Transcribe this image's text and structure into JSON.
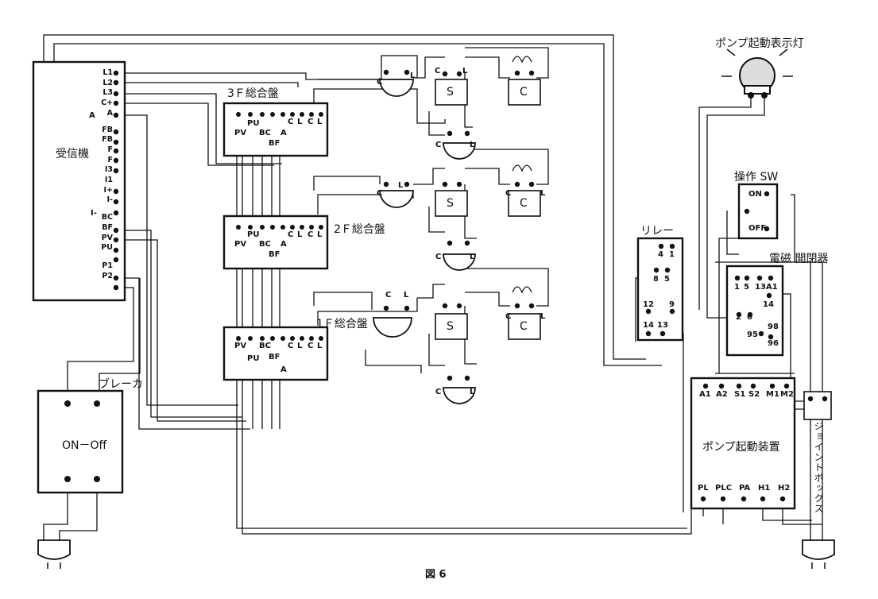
{
  "receiver": {
    "title": "受信機",
    "terminals": [
      "L1",
      "L2",
      "L3",
      "C+",
      "A",
      "FB",
      "FB",
      "F",
      "F",
      "I3",
      "I1",
      "I+",
      "I-",
      "BC",
      "BF",
      "PV",
      "PU",
      "P1",
      "P2"
    ],
    "side_labels": [
      "A",
      "I-"
    ]
  },
  "panels": [
    {
      "title": "3Ｆ総合盤",
      "terminals": [
        "PV",
        "PU",
        "BC",
        "BF",
        "A",
        "C",
        "L",
        "C",
        "L"
      ]
    },
    {
      "title": "2Ｆ総合盤",
      "terminals": [
        "PV",
        "PU",
        "BC",
        "BF",
        "A",
        "C",
        "L",
        "C",
        "L"
      ]
    },
    {
      "title": "1Ｆ総合盤",
      "terminals": [
        "PV",
        "PU",
        "BC",
        "BF",
        "A",
        "C",
        "L",
        "C",
        "L"
      ]
    }
  ],
  "devices": {
    "s_label": "S",
    "c_label": "C",
    "c": "C",
    "l": "L"
  },
  "breaker": {
    "title": "ブレーカ",
    "switch": "ON－Off"
  },
  "relay": {
    "title": "リレー",
    "pins": [
      "4",
      "1",
      "8",
      "5",
      "12",
      "9",
      "14",
      "13"
    ]
  },
  "indicator_lamp": {
    "title": "ポンプ起動表示灯"
  },
  "operation_switch": {
    "title": "操作 SW",
    "on": "ON",
    "off": "OFF"
  },
  "contactor": {
    "title": "電磁 開閉器",
    "pins": [
      "1",
      "5",
      "13",
      "A1",
      "14",
      "2",
      "6",
      "95",
      "98",
      "96"
    ]
  },
  "pump_starter": {
    "title": "ポンプ起動装置",
    "top_terminals": [
      "A1",
      "A2",
      "S1",
      "S2",
      "M1",
      "M2"
    ],
    "bottom_terminals": [
      "PL",
      "PLC",
      "PA",
      "H1",
      "H2"
    ]
  },
  "junction_box": {
    "title": "ジョイントボックス"
  },
  "figure_caption": "図 6"
}
